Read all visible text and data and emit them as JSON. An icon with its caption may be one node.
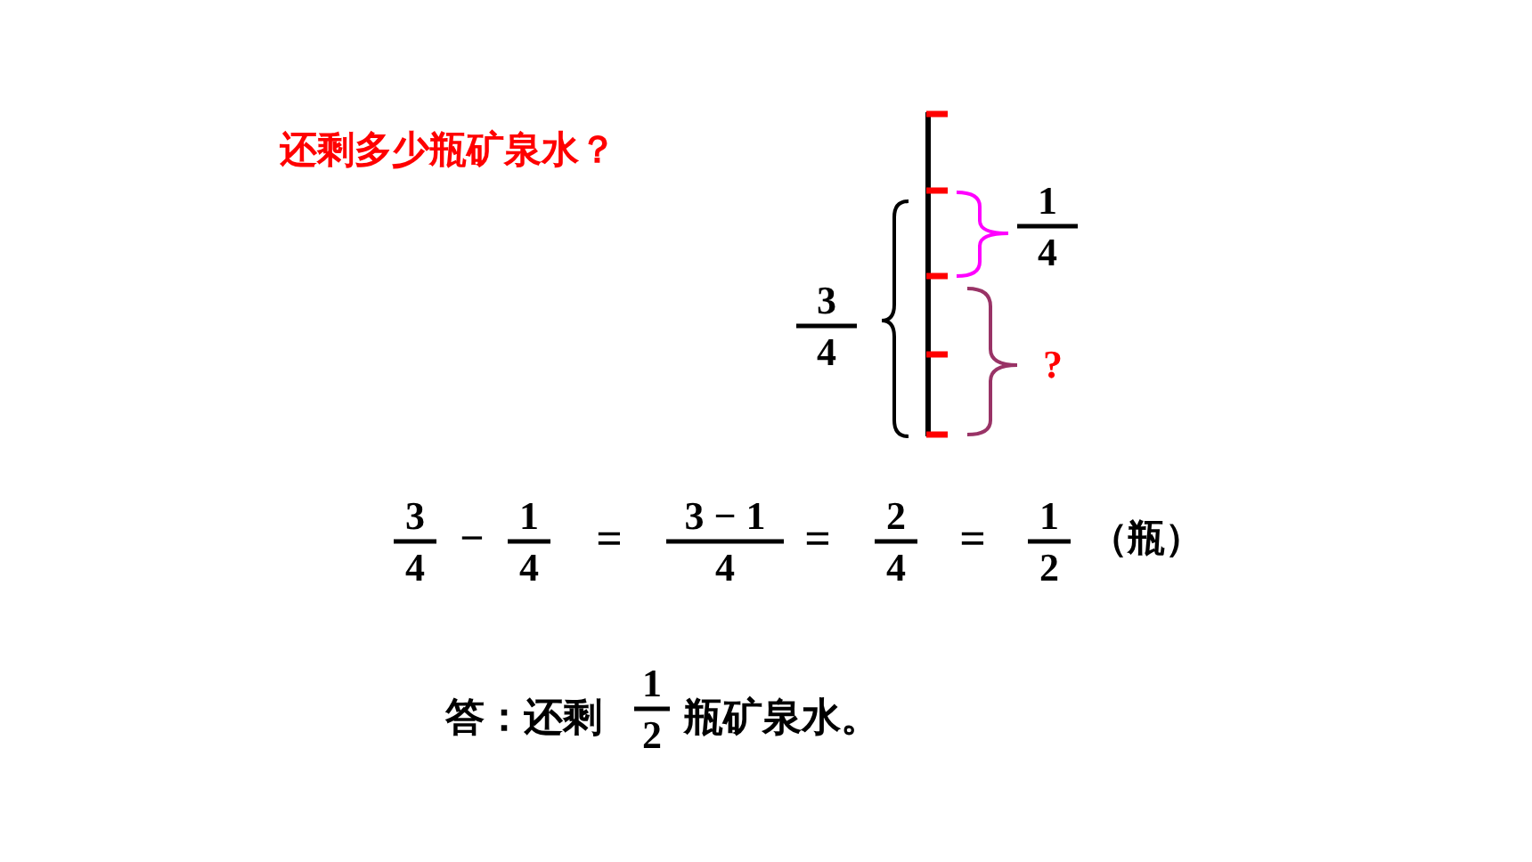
{
  "diagram": {
    "labels": [
      "还剩多少瓶矿泉水？",
      "1",
      "4",
      "3",
      "4",
      "?",
      "3",
      "4",
      "−",
      "1",
      "4",
      "=",
      "3 − 1",
      "4",
      "=",
      "2",
      "4",
      "=",
      "1",
      "2",
      "（瓶）",
      "答：还剩",
      "1",
      "2",
      "瓶矿泉水。"
    ]
  }
}
